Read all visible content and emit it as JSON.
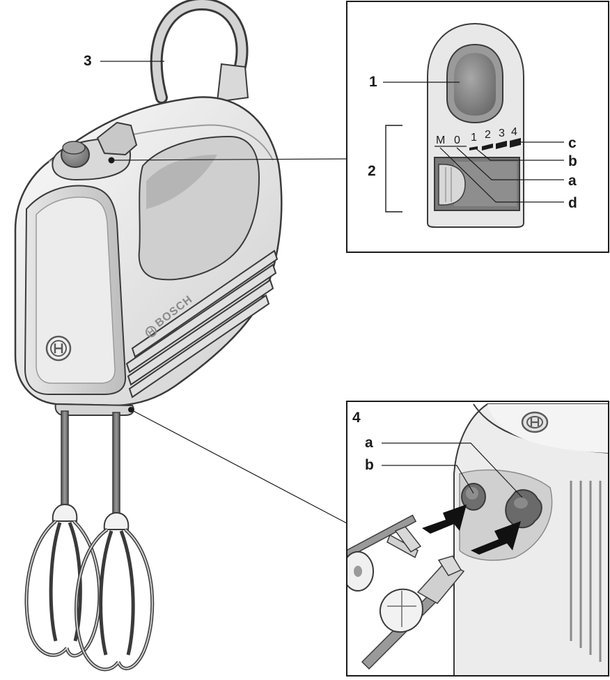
{
  "labels": {
    "cord": "3",
    "button": "1",
    "switch": "2",
    "detail_view": "4",
    "a": "a",
    "b": "b",
    "c": "c",
    "d": "d",
    "socket_a": "a",
    "socket_b": "b"
  },
  "switch_scale": [
    "M",
    "0",
    "1",
    "2",
    "3",
    "4"
  ],
  "brand": "BOSCH",
  "colors": {
    "outline": "#3a3a3a",
    "body_light": "#f2f2f2",
    "body_mid": "#d8d8d8",
    "grey_dark": "#7a7a7a",
    "grey_button": "#8c8c8c",
    "arrow": "#111111"
  },
  "icons": [
    "bosch-logo-icon",
    "insert-arrow-icon"
  ]
}
